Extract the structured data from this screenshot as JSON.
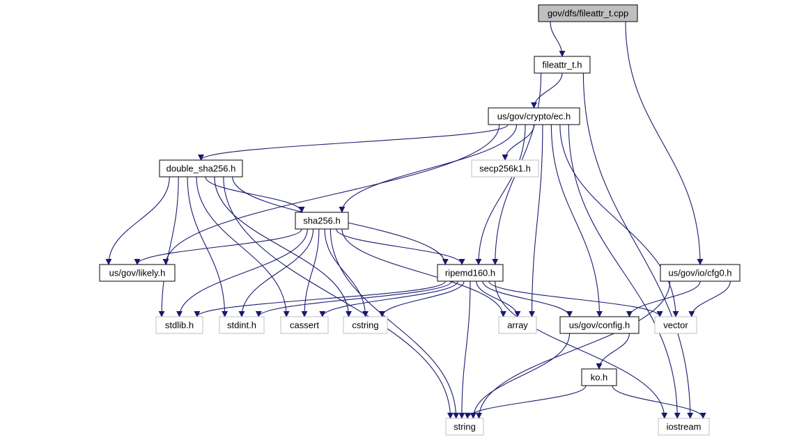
{
  "diagram": {
    "style": {
      "edge_color": "#191970",
      "root_fill": "#bfbfbf",
      "internal_border": "#000000",
      "external_border": "#bfbfbf",
      "text_color": "#000000"
    },
    "nodes": [
      {
        "id": "fileattr_cpp",
        "label": "gov/dfs/fileattr_t.cpp",
        "kind": "root"
      },
      {
        "id": "fileattr_h",
        "label": "fileattr_t.h",
        "kind": "internal"
      },
      {
        "id": "ec_h",
        "label": "us/gov/crypto/ec.h",
        "kind": "internal"
      },
      {
        "id": "double_sha256_h",
        "label": "double_sha256.h",
        "kind": "internal"
      },
      {
        "id": "secp256k1_h",
        "label": "secp256k1.h",
        "kind": "external"
      },
      {
        "id": "sha256_h",
        "label": "sha256.h",
        "kind": "internal"
      },
      {
        "id": "likely_h",
        "label": "us/gov/likely.h",
        "kind": "internal"
      },
      {
        "id": "ripemd160_h",
        "label": "ripemd160.h",
        "kind": "internal"
      },
      {
        "id": "cfg0_h",
        "label": "us/gov/io/cfg0.h",
        "kind": "internal"
      },
      {
        "id": "stdlib_h",
        "label": "stdlib.h",
        "kind": "external"
      },
      {
        "id": "stdint_h",
        "label": "stdint.h",
        "kind": "external"
      },
      {
        "id": "cassert",
        "label": "cassert",
        "kind": "external"
      },
      {
        "id": "cstring",
        "label": "cstring",
        "kind": "external"
      },
      {
        "id": "array",
        "label": "array",
        "kind": "external"
      },
      {
        "id": "config_h",
        "label": "us/gov/config.h",
        "kind": "internal"
      },
      {
        "id": "vector",
        "label": "vector",
        "kind": "external"
      },
      {
        "id": "ko_h",
        "label": "ko.h",
        "kind": "internal"
      },
      {
        "id": "string",
        "label": "string",
        "kind": "external"
      },
      {
        "id": "iostream",
        "label": "iostream",
        "kind": "external"
      }
    ],
    "edges": [
      {
        "from": "fileattr_cpp",
        "to": "fileattr_h"
      },
      {
        "from": "fileattr_cpp",
        "to": "cfg0_h"
      },
      {
        "from": "fileattr_h",
        "to": "ec_h"
      },
      {
        "from": "fileattr_h",
        "to": "ripemd160_h"
      },
      {
        "from": "fileattr_h",
        "to": "iostream"
      },
      {
        "from": "ec_h",
        "to": "double_sha256_h"
      },
      {
        "from": "ec_h",
        "to": "secp256k1_h"
      },
      {
        "from": "ec_h",
        "to": "sha256_h"
      },
      {
        "from": "ec_h",
        "to": "likely_h"
      },
      {
        "from": "ec_h",
        "to": "ripemd160_h"
      },
      {
        "from": "ec_h",
        "to": "array"
      },
      {
        "from": "ec_h",
        "to": "config_h"
      },
      {
        "from": "ec_h",
        "to": "vector"
      },
      {
        "from": "ec_h",
        "to": "iostream"
      },
      {
        "from": "double_sha256_h",
        "to": "sha256_h"
      },
      {
        "from": "double_sha256_h",
        "to": "likely_h"
      },
      {
        "from": "double_sha256_h",
        "to": "ripemd160_h"
      },
      {
        "from": "double_sha256_h",
        "to": "stdlib_h"
      },
      {
        "from": "double_sha256_h",
        "to": "stdint_h"
      },
      {
        "from": "double_sha256_h",
        "to": "cassert"
      },
      {
        "from": "double_sha256_h",
        "to": "cstring"
      },
      {
        "from": "double_sha256_h",
        "to": "string"
      },
      {
        "from": "sha256_h",
        "to": "likely_h"
      },
      {
        "from": "sha256_h",
        "to": "ripemd160_h"
      },
      {
        "from": "sha256_h",
        "to": "stdlib_h"
      },
      {
        "from": "sha256_h",
        "to": "stdint_h"
      },
      {
        "from": "sha256_h",
        "to": "cassert"
      },
      {
        "from": "sha256_h",
        "to": "cstring"
      },
      {
        "from": "sha256_h",
        "to": "array"
      },
      {
        "from": "sha256_h",
        "to": "string"
      },
      {
        "from": "ripemd160_h",
        "to": "stdlib_h"
      },
      {
        "from": "ripemd160_h",
        "to": "stdint_h"
      },
      {
        "from": "ripemd160_h",
        "to": "cassert"
      },
      {
        "from": "ripemd160_h",
        "to": "cstring"
      },
      {
        "from": "ripemd160_h",
        "to": "array"
      },
      {
        "from": "ripemd160_h",
        "to": "config_h"
      },
      {
        "from": "ripemd160_h",
        "to": "vector"
      },
      {
        "from": "ripemd160_h",
        "to": "string"
      },
      {
        "from": "ripemd160_h",
        "to": "iostream"
      },
      {
        "from": "cfg0_h",
        "to": "config_h"
      },
      {
        "from": "cfg0_h",
        "to": "vector"
      },
      {
        "from": "cfg0_h",
        "to": "string"
      },
      {
        "from": "config_h",
        "to": "ko_h"
      },
      {
        "from": "config_h",
        "to": "string"
      },
      {
        "from": "ko_h",
        "to": "string"
      },
      {
        "from": "ko_h",
        "to": "iostream"
      }
    ]
  }
}
